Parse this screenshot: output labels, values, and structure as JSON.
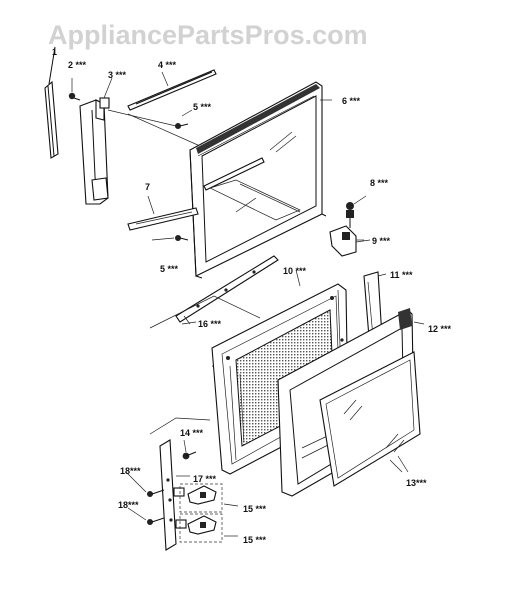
{
  "watermark": "AppliancePartsPros.com",
  "callouts": [
    {
      "id": "c1",
      "text": "1"
    },
    {
      "id": "c2",
      "text": "2 ***"
    },
    {
      "id": "c3",
      "text": "3 ***"
    },
    {
      "id": "c4",
      "text": "4 ***"
    },
    {
      "id": "c5a",
      "text": "5 ***"
    },
    {
      "id": "c5b",
      "text": "5 ***"
    },
    {
      "id": "c6",
      "text": "6 ***"
    },
    {
      "id": "c7",
      "text": "7"
    },
    {
      "id": "c8",
      "text": "8 ***"
    },
    {
      "id": "c9",
      "text": "9 ***"
    },
    {
      "id": "c10",
      "text": "10 ***"
    },
    {
      "id": "c11",
      "text": "11 ***"
    },
    {
      "id": "c12",
      "text": "12 ***"
    },
    {
      "id": "c13",
      "text": "13***"
    },
    {
      "id": "c14",
      "text": "14 ***"
    },
    {
      "id": "c15a",
      "text": "15 ***"
    },
    {
      "id": "c15b",
      "text": "15 ***"
    },
    {
      "id": "c16",
      "text": "16 ***"
    },
    {
      "id": "c17",
      "text": "17 ***"
    },
    {
      "id": "c18a",
      "text": "18***"
    },
    {
      "id": "c18b",
      "text": "18***"
    }
  ]
}
